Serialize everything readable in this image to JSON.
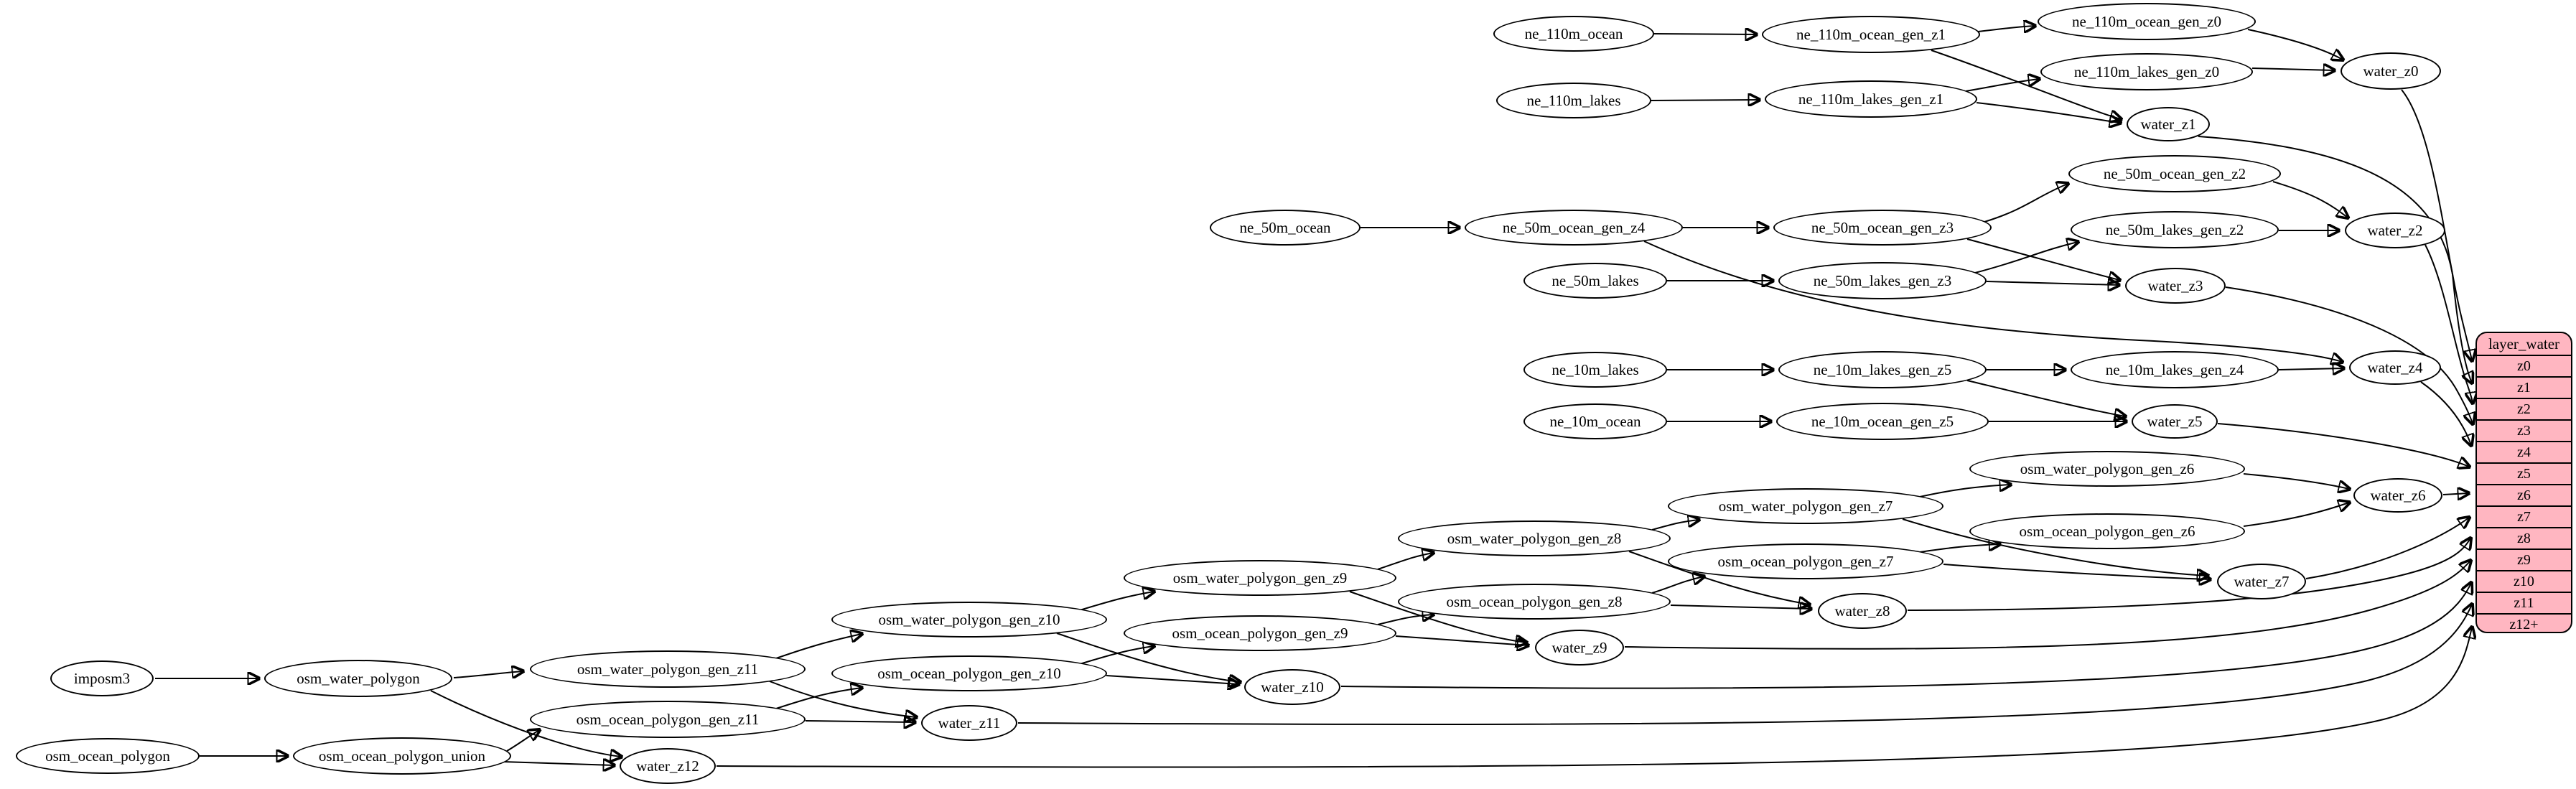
{
  "colors": {
    "background": "#ffffff",
    "node_fill": "#ffffff",
    "node_stroke": "#000000",
    "edge_color": "#000000",
    "record_fill": "#ffb6c1"
  },
  "nodes": {
    "imposm3": "imposm3",
    "osm_water_polygon": "osm_water_polygon",
    "osm_ocean_polygon": "osm_ocean_polygon",
    "osm_ocean_polygon_union": "osm_ocean_polygon_union",
    "osm_water_polygon_gen_z11": "osm_water_polygon_gen_z11",
    "osm_ocean_polygon_gen_z11": "osm_ocean_polygon_gen_z11",
    "osm_water_polygon_gen_z10": "osm_water_polygon_gen_z10",
    "osm_ocean_polygon_gen_z10": "osm_ocean_polygon_gen_z10",
    "osm_water_polygon_gen_z9": "osm_water_polygon_gen_z9",
    "osm_ocean_polygon_gen_z9": "osm_ocean_polygon_gen_z9",
    "osm_water_polygon_gen_z8": "osm_water_polygon_gen_z8",
    "osm_ocean_polygon_gen_z8": "osm_ocean_polygon_gen_z8",
    "osm_water_polygon_gen_z7": "osm_water_polygon_gen_z7",
    "osm_ocean_polygon_gen_z7": "osm_ocean_polygon_gen_z7",
    "osm_water_polygon_gen_z6": "osm_water_polygon_gen_z6",
    "osm_ocean_polygon_gen_z6": "osm_ocean_polygon_gen_z6",
    "ne_110m_ocean": "ne_110m_ocean",
    "ne_110m_lakes": "ne_110m_lakes",
    "ne_110m_ocean_gen_z1": "ne_110m_ocean_gen_z1",
    "ne_110m_ocean_gen_z0": "ne_110m_ocean_gen_z0",
    "ne_110m_lakes_gen_z1": "ne_110m_lakes_gen_z1",
    "ne_110m_lakes_gen_z0": "ne_110m_lakes_gen_z0",
    "ne_50m_ocean": "ne_50m_ocean",
    "ne_50m_lakes": "ne_50m_lakes",
    "ne_50m_ocean_gen_z4": "ne_50m_ocean_gen_z4",
    "ne_50m_ocean_gen_z3": "ne_50m_ocean_gen_z3",
    "ne_50m_ocean_gen_z2": "ne_50m_ocean_gen_z2",
    "ne_50m_lakes_gen_z3": "ne_50m_lakes_gen_z3",
    "ne_50m_lakes_gen_z2": "ne_50m_lakes_gen_z2",
    "ne_10m_lakes": "ne_10m_lakes",
    "ne_10m_ocean": "ne_10m_ocean",
    "ne_10m_lakes_gen_z5": "ne_10m_lakes_gen_z5",
    "ne_10m_lakes_gen_z4": "ne_10m_lakes_gen_z4",
    "ne_10m_ocean_gen_z5": "ne_10m_ocean_gen_z5",
    "water_z0": "water_z0",
    "water_z1": "water_z1",
    "water_z2": "water_z2",
    "water_z3": "water_z3",
    "water_z4": "water_z4",
    "water_z5": "water_z5",
    "water_z6": "water_z6",
    "water_z7": "water_z7",
    "water_z8": "water_z8",
    "water_z9": "water_z9",
    "water_z10": "water_z10",
    "water_z11": "water_z11",
    "water_z12": "water_z12"
  },
  "record": {
    "title": "layer_water",
    "rows": [
      "z0",
      "z1",
      "z2",
      "z3",
      "z4",
      "z5",
      "z6",
      "z7",
      "z8",
      "z9",
      "z10",
      "z11",
      "z12+"
    ]
  },
  "graph_edges": [
    "ne_110m_ocean -> ne_110m_ocean_gen_z1",
    "ne_110m_ocean_gen_z1 -> ne_110m_ocean_gen_z0",
    "ne_110m_ocean_gen_z1 -> water_z1",
    "ne_110m_ocean_gen_z0 -> water_z0",
    "ne_110m_lakes -> ne_110m_lakes_gen_z1",
    "ne_110m_lakes_gen_z1 -> ne_110m_lakes_gen_z0",
    "ne_110m_lakes_gen_z1 -> water_z1",
    "ne_110m_lakes_gen_z0 -> water_z0",
    "water_z0 -> layer_water:z0",
    "water_z1 -> layer_water:z1",
    "ne_50m_ocean -> ne_50m_ocean_gen_z4",
    "ne_50m_ocean_gen_z4 -> ne_50m_ocean_gen_z3",
    "ne_50m_ocean_gen_z4 -> water_z4",
    "ne_50m_ocean_gen_z3 -> ne_50m_ocean_gen_z2",
    "ne_50m_ocean_gen_z3 -> water_z3",
    "ne_50m_ocean_gen_z2 -> water_z2",
    "ne_50m_lakes -> ne_50m_lakes_gen_z3",
    "ne_50m_lakes_gen_z3 -> ne_50m_lakes_gen_z2",
    "ne_50m_lakes_gen_z3 -> water_z3",
    "ne_50m_lakes_gen_z2 -> water_z2",
    "water_z2 -> layer_water:z2",
    "water_z3 -> layer_water:z3",
    "ne_10m_lakes -> ne_10m_lakes_gen_z5",
    "ne_10m_lakes_gen_z5 -> ne_10m_lakes_gen_z4",
    "ne_10m_lakes_gen_z5 -> water_z5",
    "ne_10m_lakes_gen_z4 -> water_z4",
    "ne_10m_ocean -> ne_10m_ocean_gen_z5",
    "ne_10m_ocean_gen_z5 -> water_z5",
    "water_z4 -> layer_water:z4",
    "water_z5 -> layer_water:z5",
    "imposm3 -> osm_water_polygon",
    "osm_water_polygon -> osm_water_polygon_gen_z11",
    "osm_water_polygon -> water_z12",
    "osm_ocean_polygon -> osm_ocean_polygon_union",
    "osm_ocean_polygon_union -> osm_ocean_polygon_gen_z11",
    "osm_ocean_polygon_union -> water_z12",
    "osm_water_polygon_gen_z11 -> osm_water_polygon_gen_z10",
    "osm_water_polygon_gen_z11 -> water_z11",
    "osm_ocean_polygon_gen_z11 -> osm_ocean_polygon_gen_z10",
    "osm_ocean_polygon_gen_z11 -> water_z11",
    "osm_water_polygon_gen_z10 -> osm_water_polygon_gen_z9",
    "osm_water_polygon_gen_z10 -> water_z10",
    "osm_ocean_polygon_gen_z10 -> osm_ocean_polygon_gen_z9",
    "osm_ocean_polygon_gen_z10 -> water_z10",
    "osm_water_polygon_gen_z9 -> osm_water_polygon_gen_z8",
    "osm_water_polygon_gen_z9 -> water_z9",
    "osm_ocean_polygon_gen_z9 -> osm_ocean_polygon_gen_z8",
    "osm_ocean_polygon_gen_z9 -> water_z9",
    "osm_water_polygon_gen_z8 -> osm_water_polygon_gen_z7",
    "osm_water_polygon_gen_z8 -> water_z8",
    "osm_ocean_polygon_gen_z8 -> osm_ocean_polygon_gen_z7",
    "osm_ocean_polygon_gen_z8 -> water_z8",
    "osm_water_polygon_gen_z7 -> osm_water_polygon_gen_z6",
    "osm_water_polygon_gen_z7 -> water_z7",
    "osm_ocean_polygon_gen_z7 -> osm_ocean_polygon_gen_z6",
    "osm_ocean_polygon_gen_z7 -> water_z7",
    "osm_water_polygon_gen_z6 -> water_z6",
    "osm_ocean_polygon_gen_z6 -> water_z6",
    "water_z6 -> layer_water:z6",
    "water_z7 -> layer_water:z7",
    "water_z8 -> layer_water:z8",
    "water_z9 -> layer_water:z9",
    "water_z10 -> layer_water:z10",
    "water_z11 -> layer_water:z11",
    "water_z12 -> layer_water:z12+"
  ]
}
